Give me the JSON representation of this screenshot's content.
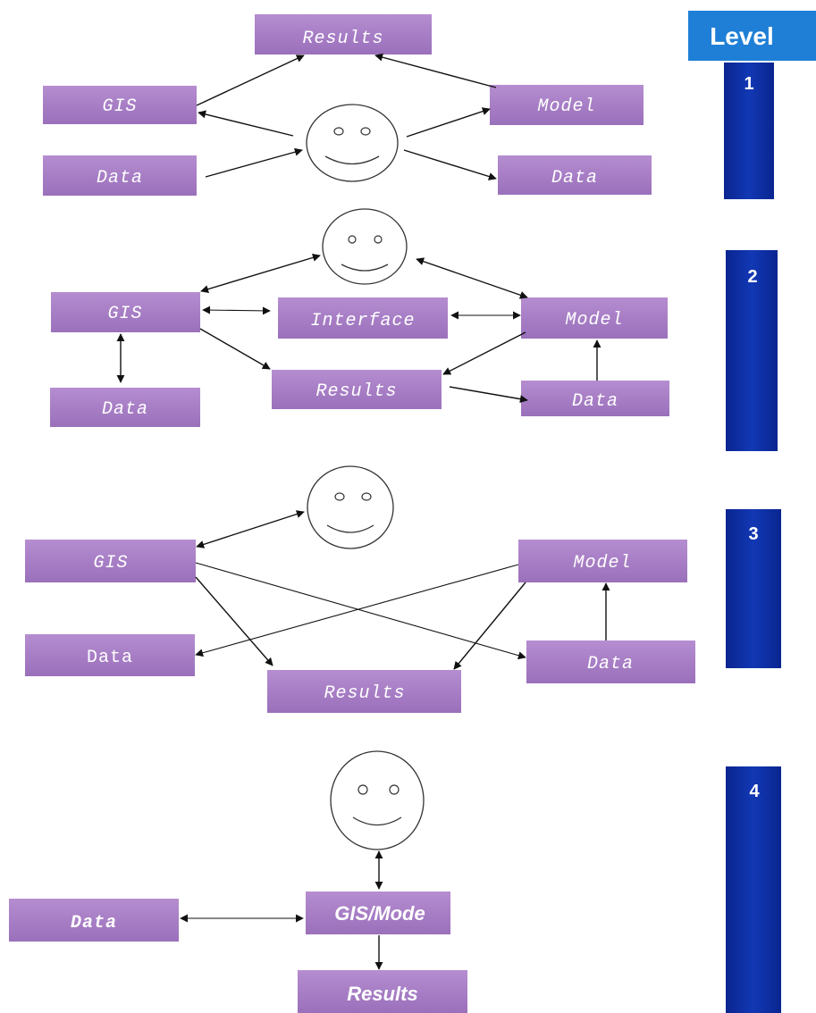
{
  "header": {
    "level_label": "Level",
    "level_color": "#1f7fd6"
  },
  "colors": {
    "box_fill": "#a87fc4",
    "box_fill_dark": "#8e64b0",
    "level_bar": "#0c2ea0",
    "level_bar_dark": "#0a2282"
  },
  "levels": [
    {
      "number": "1",
      "nodes": {
        "results": "Results",
        "gis": "GIS",
        "model": "Model",
        "data_in": "Data",
        "data_out": "Data"
      }
    },
    {
      "number": "2",
      "nodes": {
        "gis": "GIS",
        "interface": "Interface",
        "model": "Model",
        "data_gis": "Data",
        "results": "Results",
        "data_model": "Data"
      }
    },
    {
      "number": "3",
      "nodes": {
        "gis": "GIS",
        "model": "Model",
        "data_left": "Data",
        "results": "Results",
        "data_right": "Data"
      }
    },
    {
      "number": "4",
      "nodes": {
        "data": "Data",
        "gis_model": "GIS/Mode",
        "results": "Results"
      }
    }
  ]
}
